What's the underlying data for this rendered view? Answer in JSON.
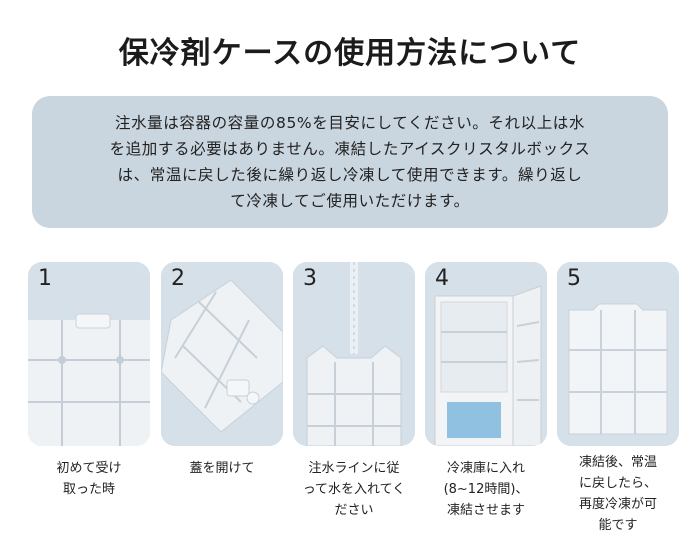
{
  "title": "保冷剤ケースの使用方法について",
  "notice": {
    "lines": [
      "注水量は容器の容量の85%を目安にしてください。それ以上は水",
      "を追加する必要はありません。凍結したアイスクリスタルボックス",
      "は、常温に戻した後に繰り返し冷凍して使用できます。繰り返し",
      "て冷凍してご使用いただけます。"
    ]
  },
  "steps": [
    {
      "number": "1",
      "caption_lines": [
        "初めて受け",
        "取った時"
      ]
    },
    {
      "number": "2",
      "caption_lines": [
        "蓋を開けて"
      ]
    },
    {
      "number": "3",
      "caption_lines": [
        "注水ラインに従",
        "って水を入れてく",
        "ださい"
      ]
    },
    {
      "number": "4",
      "caption_lines": [
        "冷凍庫に入れ",
        "(8~12時間)、",
        "凍結させます"
      ]
    },
    {
      "number": "5",
      "caption_lines": [
        "凍結後、常温",
        "に戻したら、",
        "再度冷凍が可",
        "能です"
      ]
    }
  ]
}
